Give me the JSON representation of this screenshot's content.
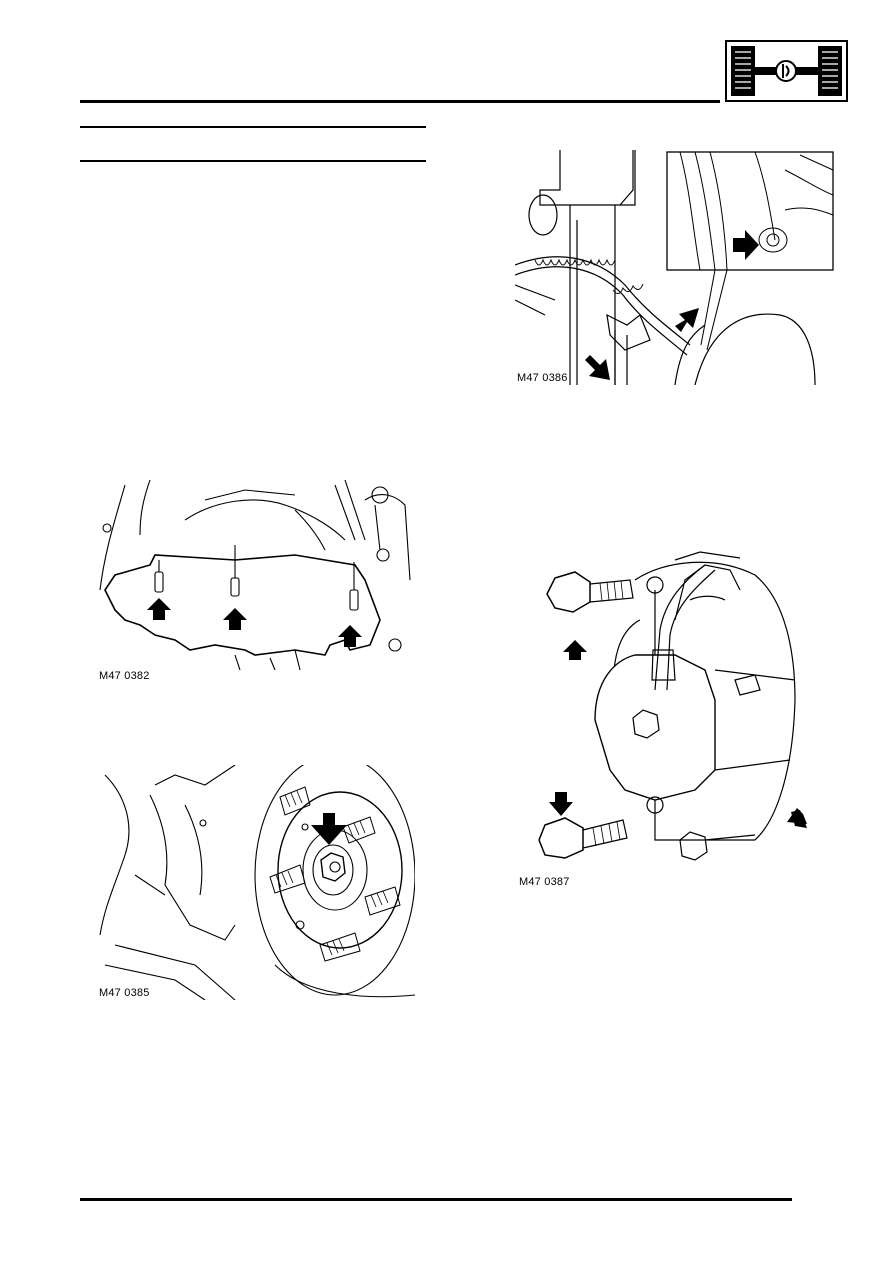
{
  "header": {
    "section_icon": "driveshaft-section-icon"
  },
  "figures": [
    {
      "id": "fig-0386",
      "caption": "M47 0386"
    },
    {
      "id": "fig-0382",
      "caption": "M47 0382"
    },
    {
      "id": "fig-0385",
      "caption": "M47 0385"
    },
    {
      "id": "fig-0387",
      "caption": "M47 0387"
    }
  ]
}
